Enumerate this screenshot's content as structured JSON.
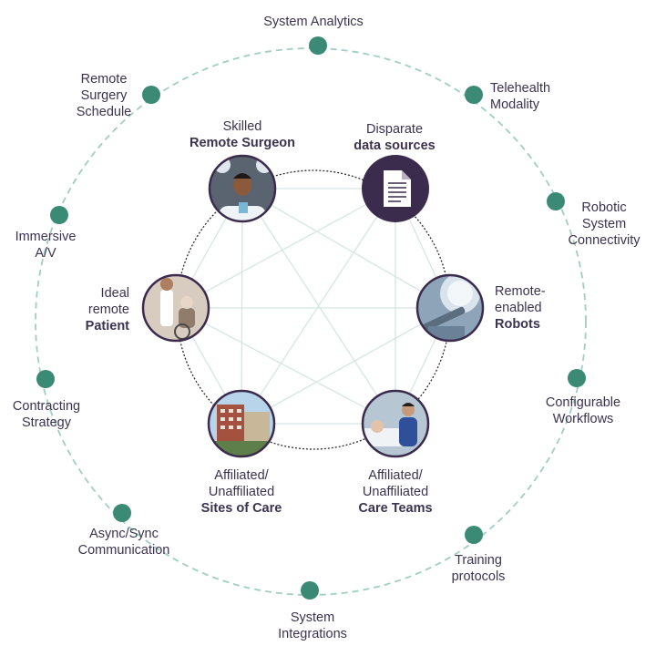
{
  "colors": {
    "ring_node": "#3b8a75",
    "ring_line": "#9fcfc3",
    "inner_circle": "#2d2d2d",
    "mesh_line": "#d3e8e2",
    "doc_node": "#3b2b4d",
    "text": "#3b3350"
  },
  "outer_nodes": [
    {
      "lines": [
        "System Analytics"
      ]
    },
    {
      "lines": [
        "Telehealth",
        "Modality"
      ]
    },
    {
      "lines": [
        "Robotic",
        "System",
        "Connectivity"
      ]
    },
    {
      "lines": [
        "Configurable",
        "Workflows"
      ]
    },
    {
      "lines": [
        "Training",
        "protocols"
      ]
    },
    {
      "lines": [
        "System",
        "Integrations"
      ]
    },
    {
      "lines": [
        "Async/Sync",
        "Communication"
      ]
    },
    {
      "lines": [
        "Contracting",
        "Strategy"
      ]
    },
    {
      "lines": [
        "Immersive",
        "A/V"
      ]
    },
    {
      "lines": [
        "Remote",
        "Surgery",
        "Schedule"
      ]
    }
  ],
  "inner_nodes": [
    {
      "top": "Skilled",
      "bold": "Remote Surgeon",
      "icon": "surgeon-photo"
    },
    {
      "top": "Disparate",
      "bold": "data sources",
      "icon": "document-icon"
    },
    {
      "top": "Remote-",
      "top2": "enabled",
      "bold": "Robots",
      "icon": "robot-photo"
    },
    {
      "top": "Affiliated/",
      "top2": "Unaffiliated",
      "bold": "Care Teams",
      "icon": "care-team-photo"
    },
    {
      "top": "Affiliated/",
      "top2": "Unaffiliated",
      "bold": "Sites of Care",
      "icon": "hospital-photo"
    },
    {
      "top": "Ideal",
      "top2": "remote",
      "bold": "Patient",
      "icon": "patient-photo"
    }
  ]
}
